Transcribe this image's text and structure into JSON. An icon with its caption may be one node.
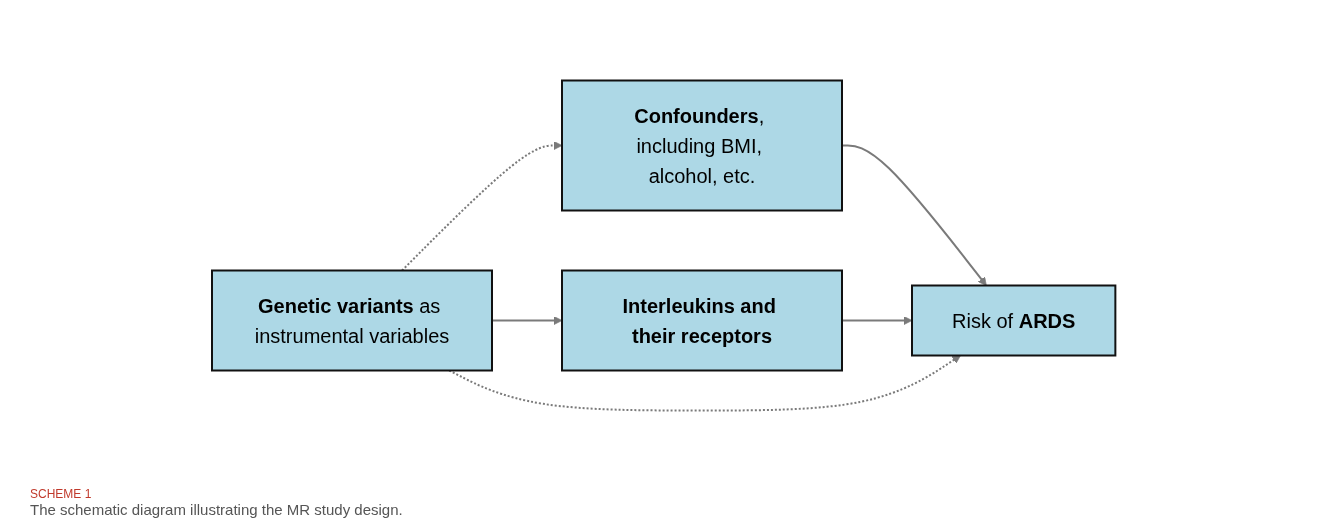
{
  "diagram": {
    "caption": "The schematic diagram illustrating the MR study design.",
    "nodes": [
      {
        "text": [
          "**Confounders**, including BMI, alcohol, etc."
        ]
      },
      {
        "text": [
          "**Genetic variants** as instrumental variables"
        ]
      },
      {
        "text": [
          "**Interleukins and their receptors**"
        ]
      },
      {
        "text": [
          "Risk of **ARDS**"
        ]
      }
    ],
    "edges": [
      {
        "from": 1,
        "to": 0,
        "arrow": "to",
        "style": "dashed"
      },
      {
        "from": 0,
        "to": 3,
        "arrow": "to"
      },
      {
        "from": 1,
        "to": 2,
        "arrow": "to"
      },
      {
        "from": 2,
        "to": 3,
        "arrow": "to"
      },
      {
        "from": 1,
        "to": 3,
        "arrow": "to",
        "style": "dashed"
      }
    ],
    "labels": [
      "SCHEME 1"
    ]
  }
}
